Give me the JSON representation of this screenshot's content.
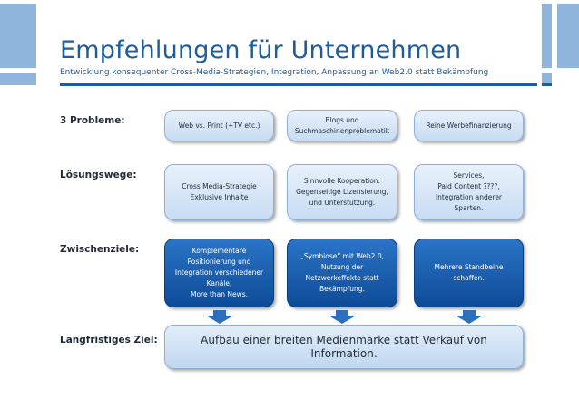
{
  "slide": {
    "title": "Empfehlungen für Unternehmen",
    "subtitle": "Entwicklung konsequenter Cross-Media-Strategien, Integration, Anpassung an Web2.0 statt Bekämpfung"
  },
  "rows": {
    "problems": "3 Probleme:",
    "solutions": "Lösungswege:",
    "intermediate": "Zwischenziele:",
    "longterm": "Langfristiges Ziel:"
  },
  "problems": [
    "Web vs. Print (+TV etc.)",
    "Blogs und\nSuchmaschinenproblematik",
    "Reine Werbefinanzierung"
  ],
  "solutions": [
    "Cross Media-Strategie\nExklusive Inhalte",
    "Sinnvolle Kooperation:\nGegenseitige Lizensierung,\nund Unterstützung.",
    "Services,\nPaid Content ????,\nIntegration anderer\nSparten."
  ],
  "intermediate": [
    "Komplementäre\nPositionierung und\nIntegration verschiedener\nKanäle,\nMore than News.",
    "„Symbiose“ mit Web2.0,\nNutzung der\nNetzwerkeffekte statt\nBekämpfung.",
    "Mehrere Standbeine\nschaffen."
  ],
  "goal": "Aufbau einer breiten Medienmarke statt Verkauf von Information.",
  "colors": {
    "accent": "#1e5d9a",
    "box_light": "#c7dcf3",
    "box_dark": "#0d4b96",
    "arrow": "#2c6fbf"
  }
}
